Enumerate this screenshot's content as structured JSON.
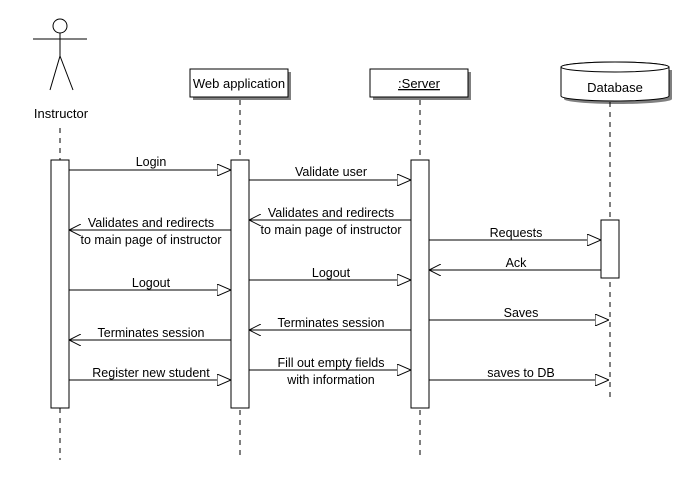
{
  "participants": {
    "instructor": "Instructor",
    "webapp": "Web application",
    "server": ":Server",
    "database": "Database"
  },
  "messages": {
    "login": "Login",
    "validate_user": "Validate user",
    "validates_redirect_1": "Validates and redirects",
    "validates_redirect_2": "to main page of instructor",
    "requests": "Requests",
    "ack": "Ack",
    "logout": "Logout",
    "saves": "Saves",
    "terminates_session": "Terminates session",
    "register_new_student": "Register new student",
    "fill_out_1": "Fill out empty fields",
    "fill_out_2": "with information",
    "saves_to_db": "saves to DB"
  }
}
